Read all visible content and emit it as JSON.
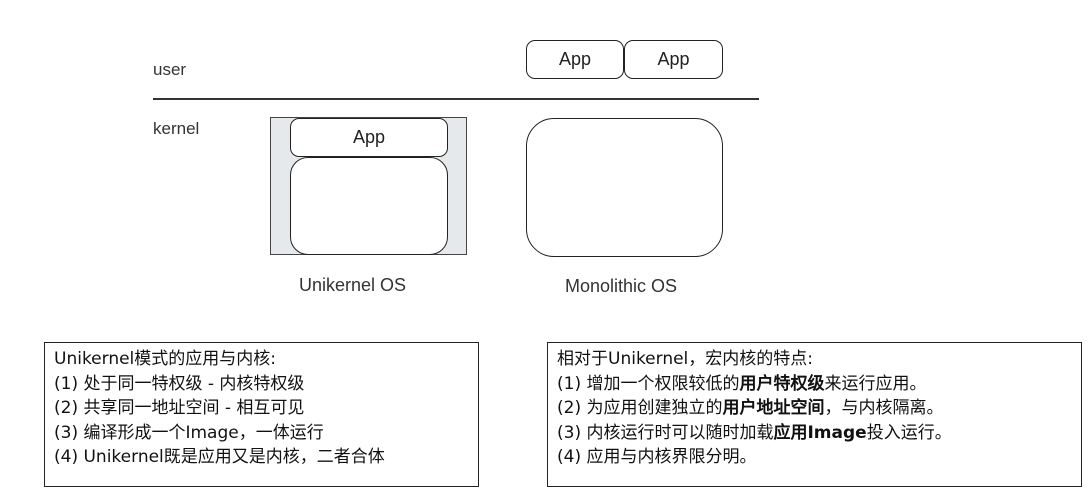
{
  "layers": {
    "user": "user",
    "kernel": "kernel"
  },
  "monolithic": {
    "app1": "App",
    "app2": "App",
    "caption": "Monolithic OS"
  },
  "unikernel": {
    "app": "App",
    "caption": "Unikernel OS"
  },
  "notes": {
    "left": {
      "title": "Unikernel模式的应用与内核:",
      "items": [
        "(1) 处于同一特权级 - 内核特权级",
        "(2) 共享同一地址空间 - 相互可见",
        "(3) 编译形成一个Image，一体运行",
        "(4) Unikernel既是应用又是内核，二者合体"
      ]
    },
    "right": {
      "title": "相对于Unikernel，宏内核的特点:",
      "items": [
        {
          "pre": "(1) 增加一个权限较低的",
          "bold": "用户特权级",
          "post": "来运行应用。"
        },
        {
          "pre": "(2) 为应用创建独立的",
          "bold": "用户地址空间",
          "post": "，与内核隔离。"
        },
        {
          "pre": "(3) 内核运行时可以随时加载",
          "bold": "应用Image",
          "post": "投入运行。"
        },
        {
          "pre": "(4) 应用与内核界限分明。",
          "bold": "",
          "post": ""
        }
      ]
    }
  },
  "colors": {
    "unikernel_frame": "#e6e9ec",
    "stroke": "#222222"
  }
}
